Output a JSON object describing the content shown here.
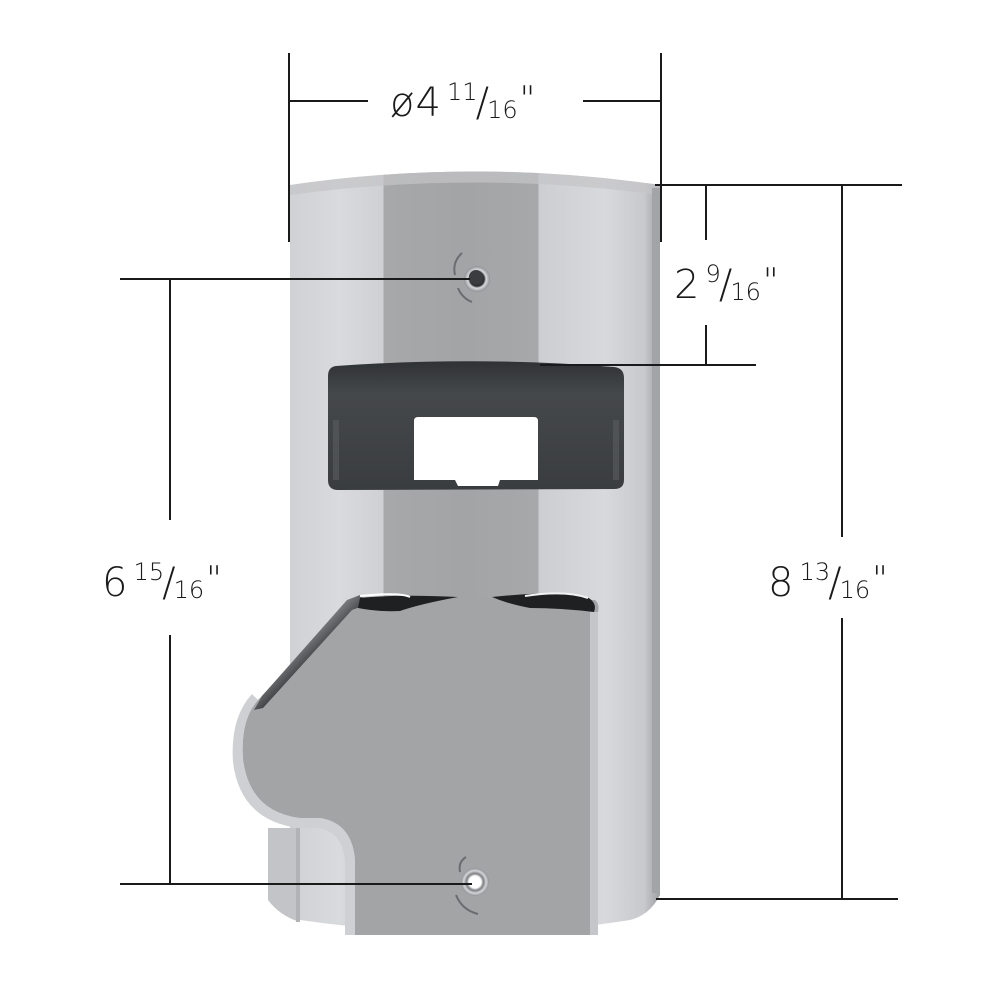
{
  "figure": {
    "subject": "Cylindrical wall-mount bracket with rectangular viewing window and hinged front cover",
    "colors": {
      "background": "#ffffff",
      "body_light": "#d6d7da",
      "body_mid": "#bcbdc1",
      "body_band": "#a6a7a9",
      "window_dark": "#3c3f42",
      "line": "#1a1a1a"
    }
  },
  "dimensions": {
    "diameter": {
      "prefix": "ø",
      "whole": "4",
      "numerator": "11",
      "denominator": "16",
      "unit": "\"",
      "text": "ø4 11/16\""
    },
    "top_to_window": {
      "whole": "2",
      "numerator": "9",
      "denominator": "16",
      "unit": "\"",
      "text": "2 9/16\""
    },
    "screw_to_screw": {
      "whole": "6",
      "numerator": "15",
      "denominator": "16",
      "unit": "\"",
      "text": "6 15/16\""
    },
    "overall_height": {
      "whole": "8",
      "numerator": "13",
      "denominator": "16",
      "unit": "\"",
      "text": "8 13/16\""
    }
  }
}
